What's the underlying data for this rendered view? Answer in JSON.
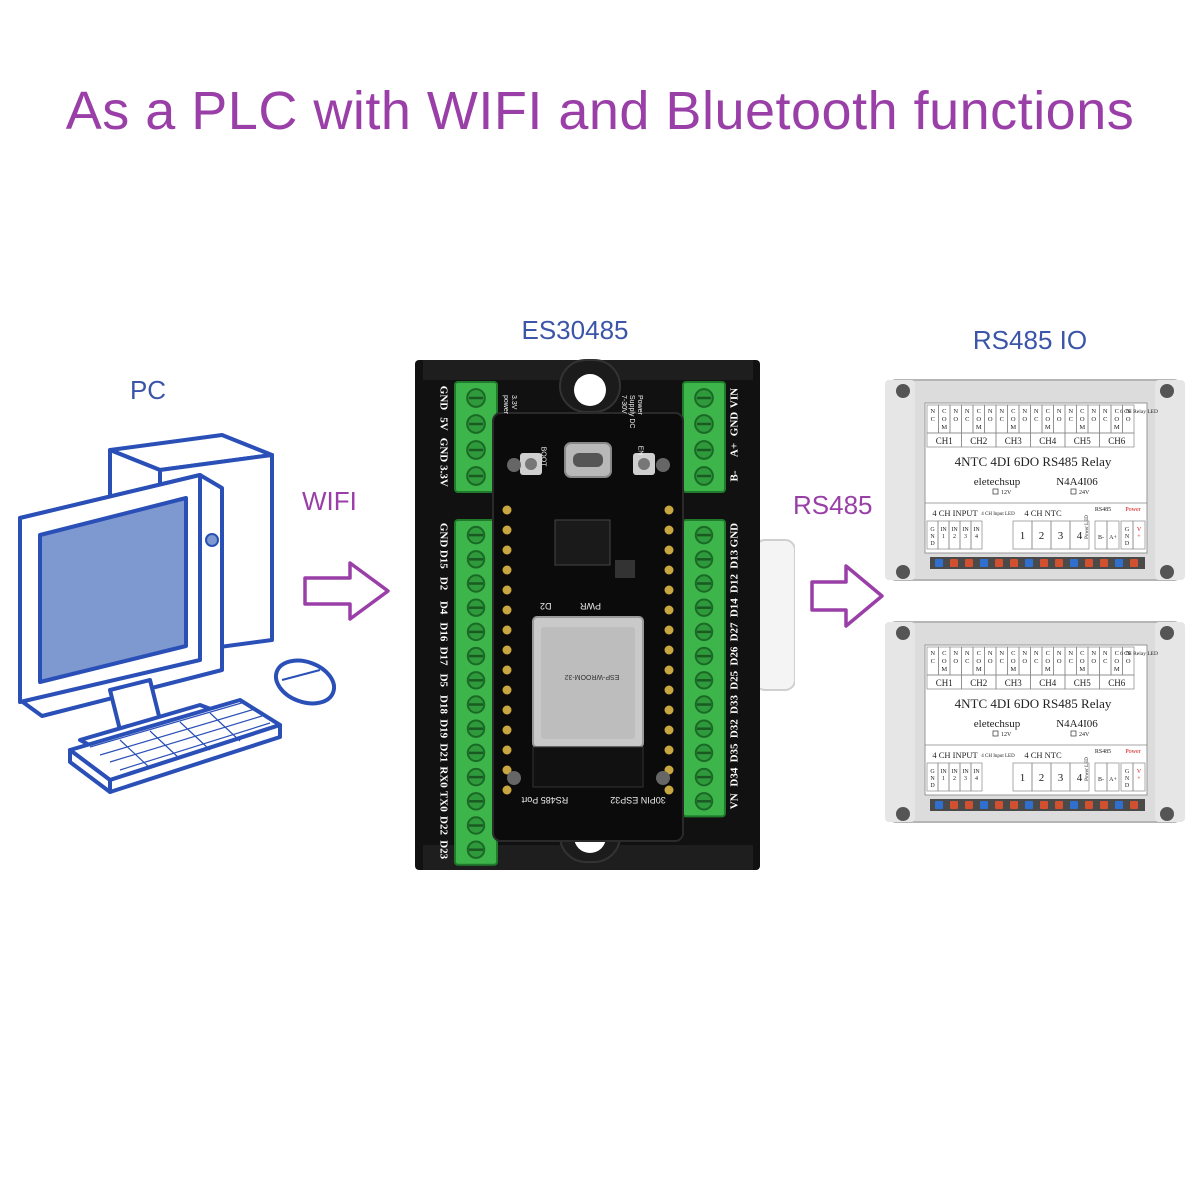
{
  "title": "As a PLC with WIFI and Bluetooth functions",
  "nodes": {
    "pc": {
      "label": "PC"
    },
    "controller": {
      "label": "ES30485",
      "board_text": {
        "module": "ESP-WROOM-32",
        "bottom_left": "RS485 Port",
        "bottom_right": "30PIN ESP32",
        "power_supply": "Power Supply DC 7-30V",
        "power_3v3": "3.3V power",
        "pwr": "PWR",
        "d2": "D2",
        "boot": "BOOT",
        "en": "EN"
      },
      "left_top_pins": [
        "GND",
        "5V",
        "GND",
        "3.3V"
      ],
      "left_pins": [
        "GND",
        "D15",
        "D2",
        "D4",
        "D16",
        "D17",
        "D5",
        "D18",
        "D19",
        "D21",
        "RX0",
        "TX0",
        "D22",
        "D23"
      ],
      "right_top_pins": [
        "VIN",
        "GND",
        "A+",
        "B-"
      ],
      "right_pins": [
        "GND",
        "D13",
        "D12",
        "D14",
        "D27",
        "D26",
        "D25",
        "D33",
        "D32",
        "D35",
        "D34",
        "VN"
      ]
    },
    "io": {
      "label": "RS485 IO"
    }
  },
  "links": {
    "wifi": {
      "label": "WIFI"
    },
    "rs485": {
      "label": "RS485"
    }
  },
  "io_module": {
    "top_channels": [
      "CH1",
      "CH2",
      "CH3",
      "CH4",
      "CH5",
      "CH6"
    ],
    "top_cells": [
      "N C",
      "C O M",
      "N O",
      "N C",
      "C O M",
      "N O",
      "N C",
      "C O M",
      "N O",
      "N C",
      "C O M",
      "N O",
      "N C",
      "C O M",
      "N O",
      "N C",
      "C O M",
      "N O"
    ],
    "relay_led": "6 CH Relay LED",
    "model": "4NTC 4DI 6DO RS485 Relay",
    "brand": "eletechsup",
    "code": "N4A4I06",
    "v12": "12V",
    "v24": "24V",
    "input4": "4 CH INPUT",
    "ntc4": "4 CH NTC",
    "input_led": "4 CH Input LED",
    "rs485": "RS485",
    "power": "Power",
    "power_led": "Power LED",
    "in_cells": [
      "G N D",
      "IN 1",
      "IN 2",
      "IN 3",
      "IN 4"
    ],
    "ntc_cells": [
      "1",
      "2",
      "3",
      "4"
    ],
    "bus_cells": [
      "B-",
      "A+"
    ],
    "pwr_cells": [
      "G N D",
      "V +"
    ]
  },
  "colors": {
    "title": "#9a3fa8",
    "label": "#3b55a8",
    "arrow": "#9a3fa8",
    "pc_stroke": "#2a50b8",
    "pc_screen": "#7e98d0",
    "board_case": "#111111",
    "terminal": "#3db54a",
    "module_case": "#e2e2e2"
  }
}
